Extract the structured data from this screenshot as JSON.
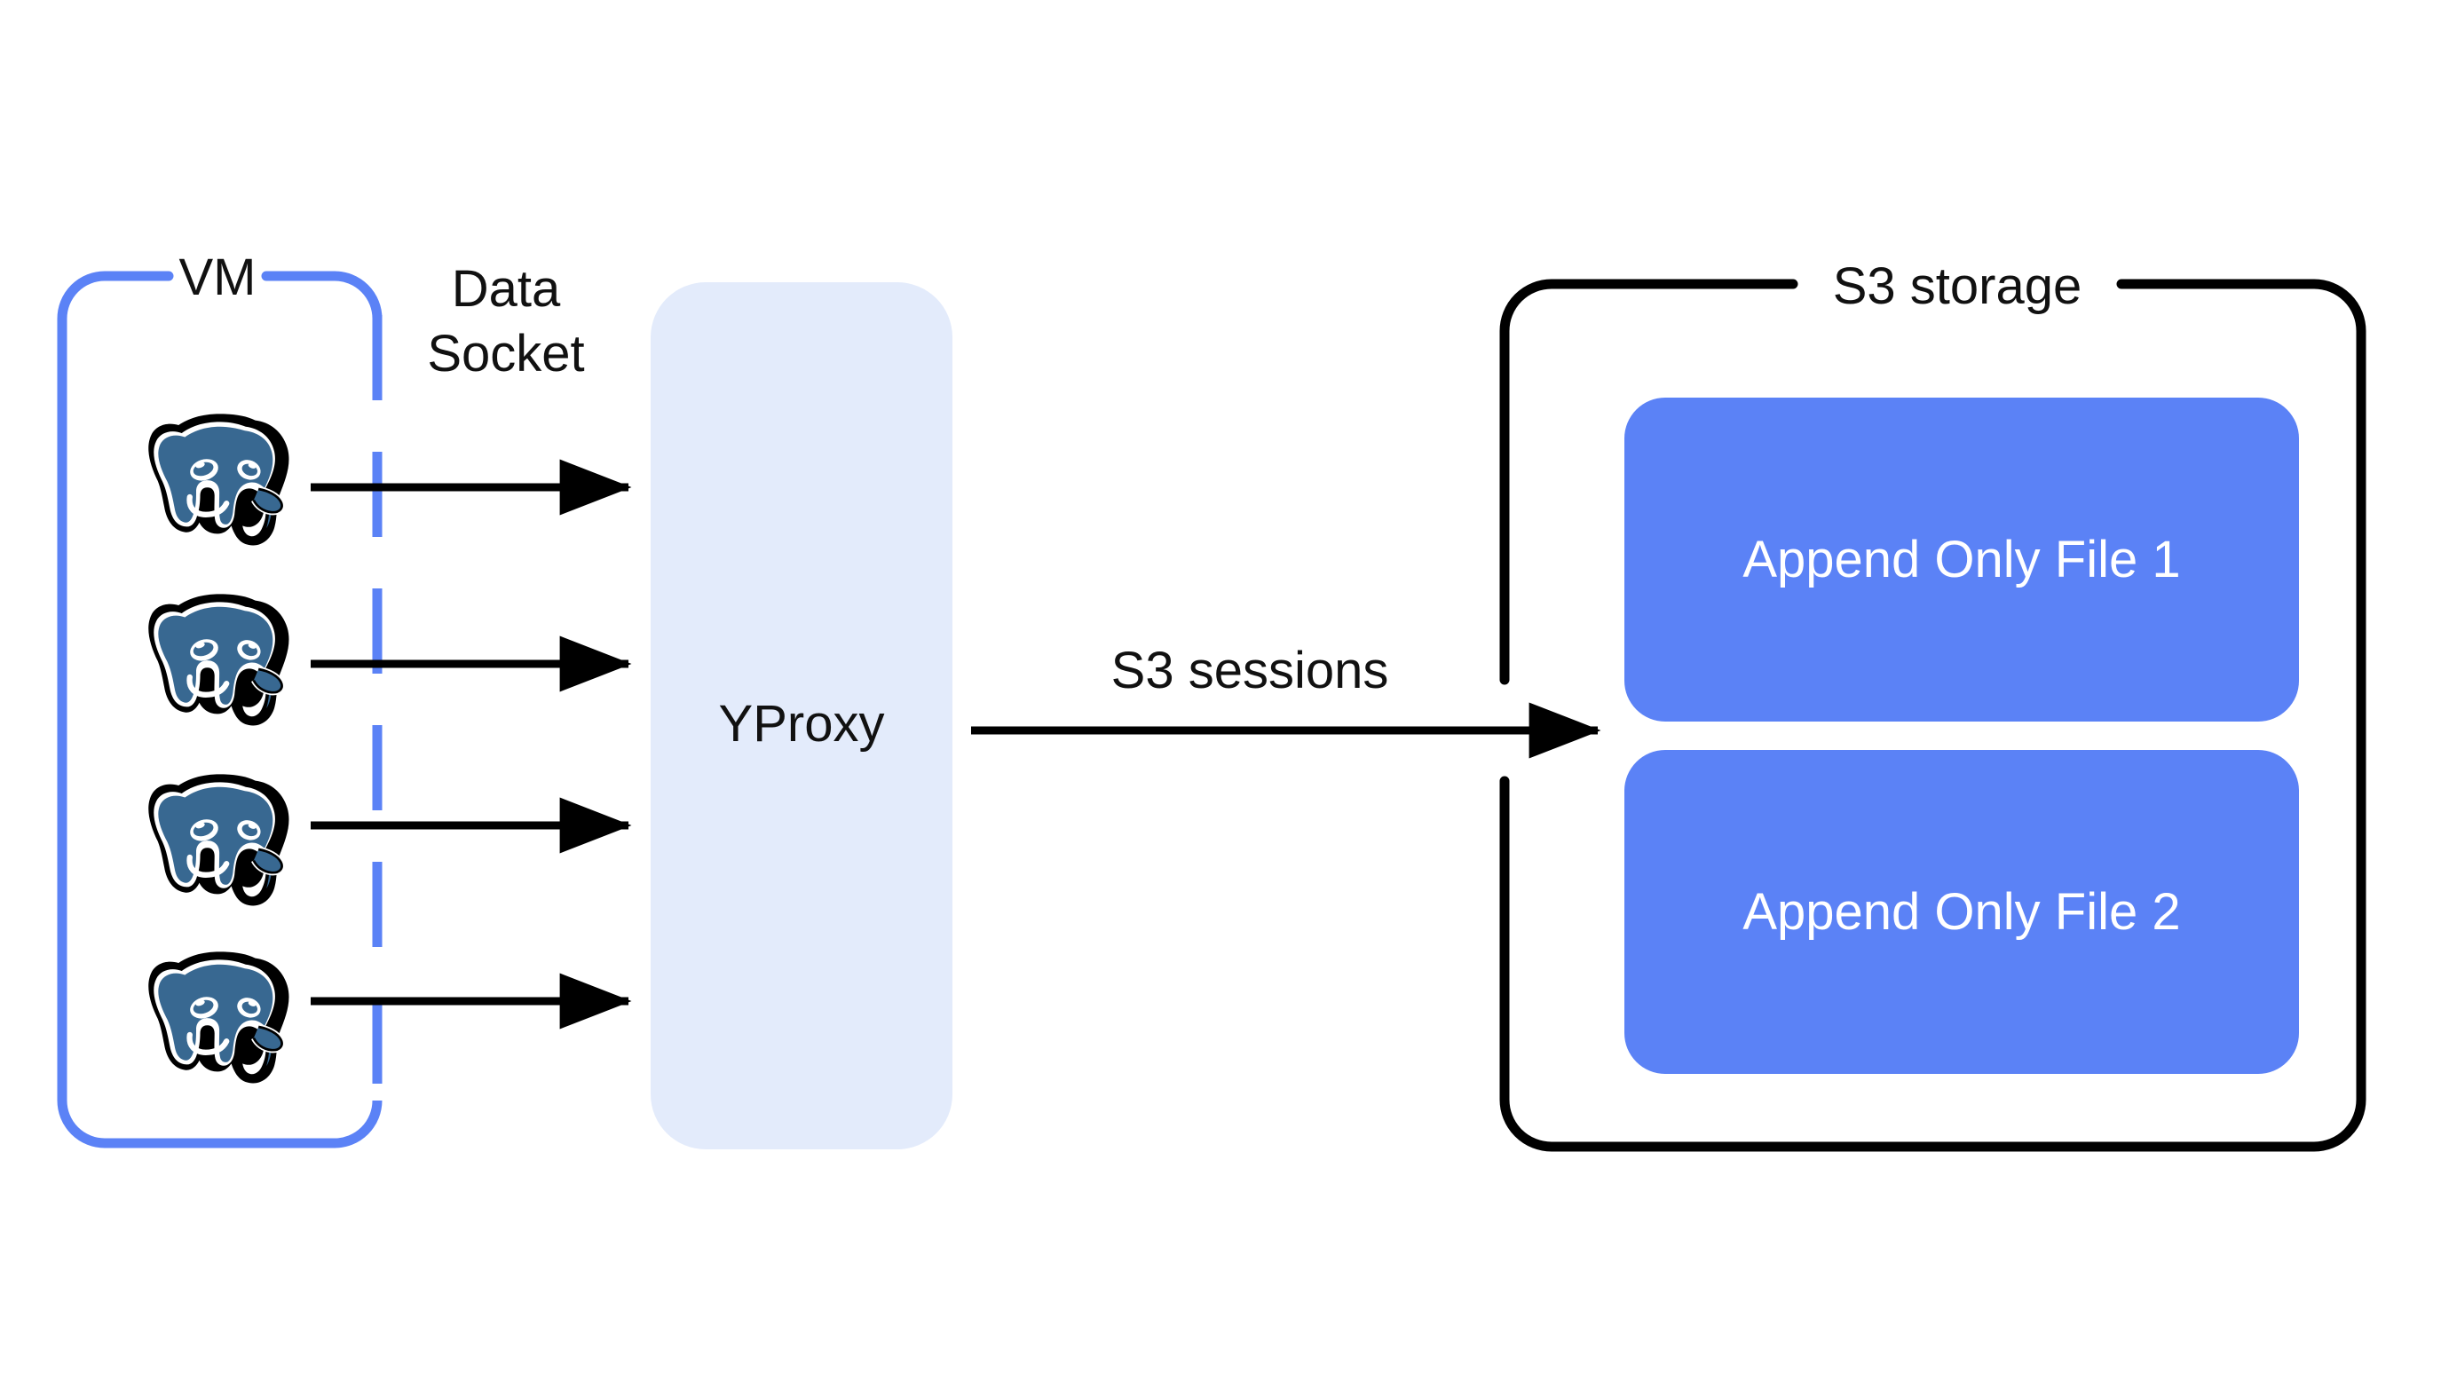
{
  "diagram": {
    "title_groups": {
      "vm_label": "VM",
      "s3_storage_label": "S3 storage"
    },
    "nodes": {
      "yproxy": {
        "label": "YProxy",
        "fill": "#e3ebfb"
      },
      "files": [
        {
          "label": "Append Only File 1",
          "fill": "#5b82f6",
          "text_color": "#ffffff"
        },
        {
          "label": "Append Only File 2",
          "fill": "#5b82f6",
          "text_color": "#ffffff"
        }
      ],
      "databases": [
        {
          "icon": "postgresql-elephant-icon"
        },
        {
          "icon": "postgresql-elephant-icon"
        },
        {
          "icon": "postgresql-elephant-icon"
        },
        {
          "icon": "postgresql-elephant-icon"
        }
      ]
    },
    "edges": {
      "data_socket_label_line1": "Data",
      "data_socket_label_line2": "Socket",
      "s3_sessions_label": "S3 sessions"
    },
    "colors": {
      "vm_border": "#5b82f6",
      "s3_border": "#000000",
      "arrow": "#000000",
      "file_blue": "#5b82f6",
      "yproxy_blue": "#e3ebfb",
      "elephant_blue": "#386891",
      "background": "#ffffff"
    }
  }
}
